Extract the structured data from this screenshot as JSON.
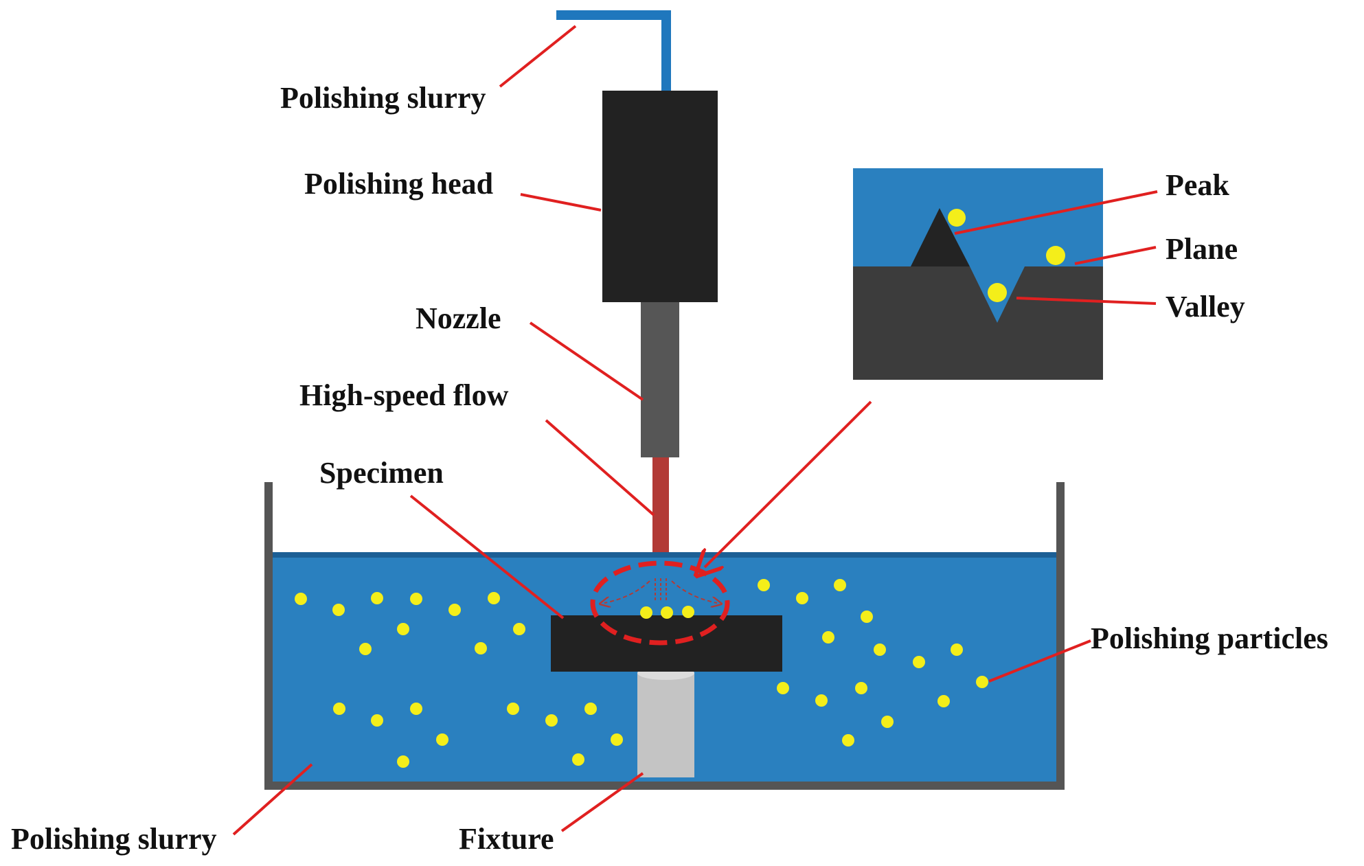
{
  "labels": {
    "slurry_top": "Polishing slurry",
    "polishing_head": "Polishing head",
    "nozzle": "Nozzle",
    "high_speed_flow": "High-speed flow",
    "specimen": "Specimen",
    "polishing_particles": "Polishing particles",
    "slurry_bottom": "Polishing slurry",
    "fixture": "Fixture",
    "peak": "Peak",
    "plane": "Plane",
    "valley": "Valley"
  },
  "colors": {
    "slurry": "#2a80bf",
    "slurry_surface": "#1c5f95",
    "tank_wall": "#555555",
    "supply_pipe": "#1f77bd",
    "head": "#222222",
    "nozzle": "#565656",
    "flow": "#b23a36",
    "specimen": "#222222",
    "fixture": "#c4c4c4",
    "particle": "#f4ee1a",
    "leader_line": "#e02020",
    "inset_surface": "#3c3c3c",
    "inset_peak": "#232323"
  }
}
